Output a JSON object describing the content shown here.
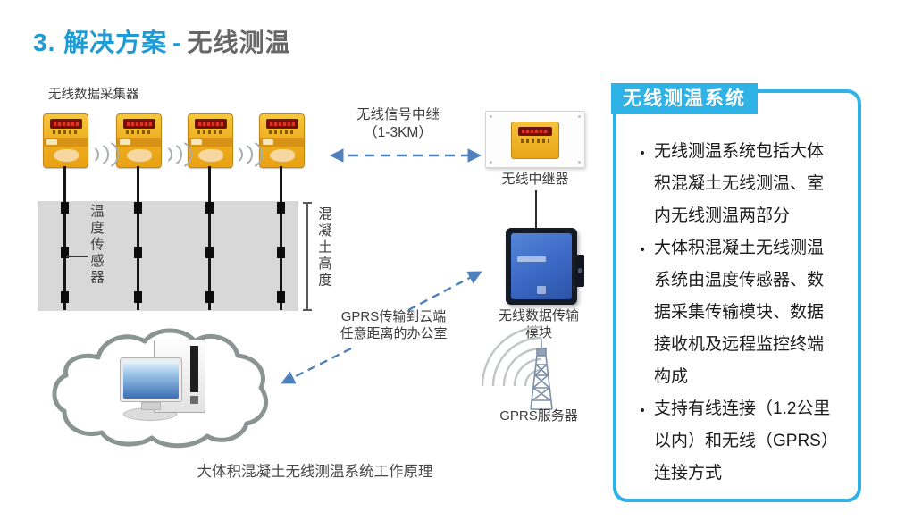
{
  "title": {
    "part1": "3. 解决方案",
    "sep": "-",
    "part2": "无线测温"
  },
  "labels": {
    "collectors": "无线数据采集器",
    "temp_sensor": "温度传感器",
    "concrete_height": "混凝土高度",
    "relay_l1": "无线信号中继",
    "relay_l2": "（1-3KM）",
    "repeater": "无线中继器",
    "module_l1": "无线数据传输",
    "module_l2": "模块",
    "gprs_server": "GPRS服务器",
    "gprs_note_l1": "GPRS传输到云端",
    "gprs_note_l2": "任意距离的办公室",
    "caption": "大体积混凝土无线测温系统工作原理"
  },
  "panel": {
    "header": "无线测温系统",
    "bullets": [
      "无线测温系统包括大体积混凝土无线测温、室内无线测温两部分",
      "大体积混凝土无线测温系统由温度传感器、数据采集传输模块、数据接收机及远程监控终端构成",
      "支持有线连接（1.2公里以内）和无线（GPRS）连接方式"
    ]
  },
  "colors": {
    "title_blue": "#1E9AD5",
    "title_gray": "#666666",
    "panel_cyan": "#2FB3E6",
    "device_yellow": "#F0AF1E",
    "arrow_blue": "#4F81BD",
    "concrete_gray": "#D8D8D8",
    "module_blue": "#3B68C5"
  }
}
